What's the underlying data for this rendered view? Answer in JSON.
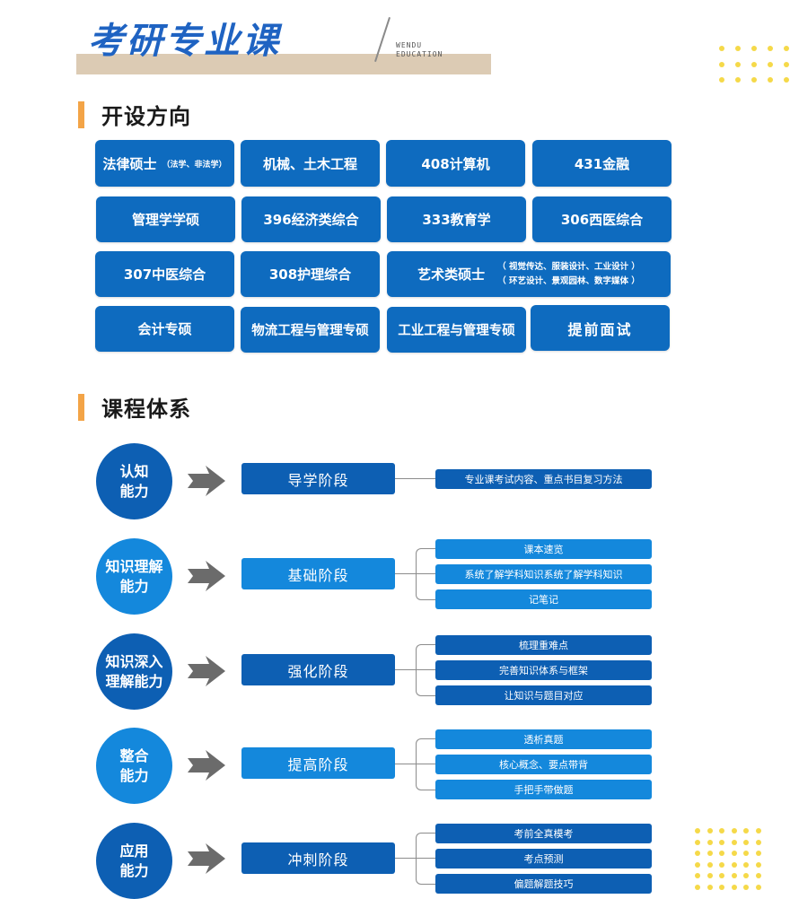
{
  "header": {
    "title": "考研专业课",
    "brand_line1": "WENDU",
    "brand_line2": "EDUCATION"
  },
  "colors": {
    "primary_blue": "#0e6bbf",
    "dark_blue": "#0d5fb3",
    "light_blue": "#1488dc",
    "accent_orange": "#f3a447",
    "title_blue": "#1f63c2",
    "band_beige": "#dccbb4",
    "dot_yellow": "#f5d949"
  },
  "directions": {
    "heading": "开设方向",
    "items": [
      {
        "label": "法律硕士",
        "note": "（法学、非法学）"
      },
      {
        "label": "机械、土木工程"
      },
      {
        "label": "408计算机"
      },
      {
        "label": "431金融"
      },
      {
        "label": "管理学学硕"
      },
      {
        "label": "396经济类综合"
      },
      {
        "label": "333教育学"
      },
      {
        "label": "306西医综合"
      },
      {
        "label": "307中医综合"
      },
      {
        "label": "308护理综合"
      },
      {
        "label": "艺术类硕士",
        "note_line1": "（ 视觉传达、服装设计、工业设计 ）",
        "note_line2": "（ 环艺设计、景观园林、数字媒体 ）"
      },
      {
        "label": "会计专硕"
      },
      {
        "label": "物流工程与管理专硕"
      },
      {
        "label": "工业工程与管理专硕"
      },
      {
        "label": "提前面试"
      }
    ]
  },
  "curriculum": {
    "heading": "课程体系",
    "stages": [
      {
        "ability": "认知\n能力",
        "stage": "导学阶段",
        "details": [
          "专业课考试内容、重点书目复习方法"
        ]
      },
      {
        "ability": "知识理解\n能力",
        "stage": "基础阶段",
        "details": [
          "课本速览",
          "系统了解学科知识系统了解学科知识",
          "记笔记"
        ]
      },
      {
        "ability": "知识深入\n理解能力",
        "stage": "强化阶段",
        "details": [
          "梳理重难点",
          "完善知识体系与框架",
          "让知识与题目对应"
        ]
      },
      {
        "ability": "整合\n能力",
        "stage": "提高阶段",
        "details": [
          "透析真题",
          "核心概念、要点带背",
          "手把手带做题"
        ]
      },
      {
        "ability": "应用\n能力",
        "stage": "冲刺阶段",
        "details": [
          "考前全真模考",
          "考点预测",
          "偏题解题技巧"
        ]
      }
    ]
  }
}
